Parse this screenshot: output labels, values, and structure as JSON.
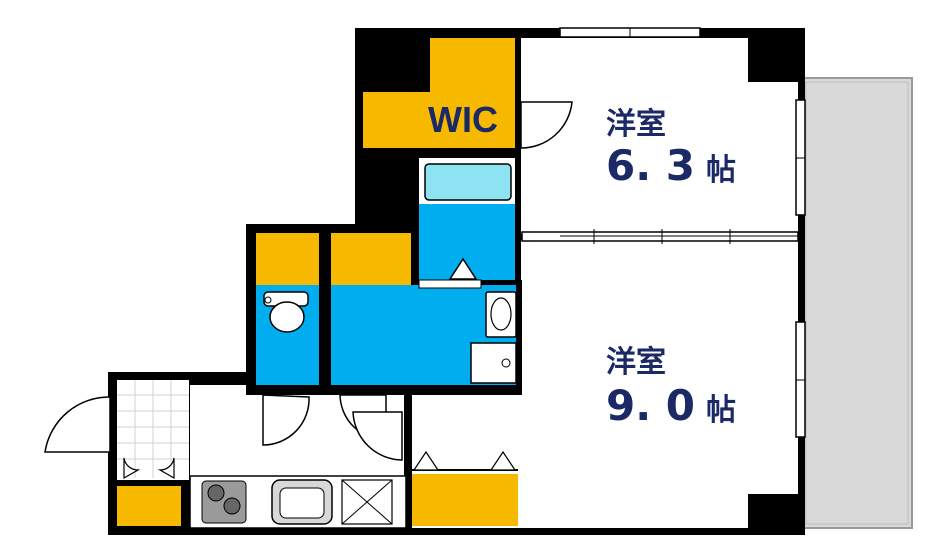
{
  "plan": {
    "rooms": [
      {
        "id": "western-room-upper",
        "name": "洋室",
        "size": "6. 3",
        "unit": "帖"
      },
      {
        "id": "western-room-lower",
        "name": "洋室",
        "size": "9. 0",
        "unit": "帖"
      }
    ],
    "wic_label": "WIC"
  },
  "colors": {
    "wall": "#000000",
    "storage": "#f7b800",
    "wet_area": "#00aeef",
    "bath_tub": "#8ee3f2",
    "balcony": "#d9d9d9",
    "floor": "#ffffff",
    "text": "#1b2a66"
  }
}
